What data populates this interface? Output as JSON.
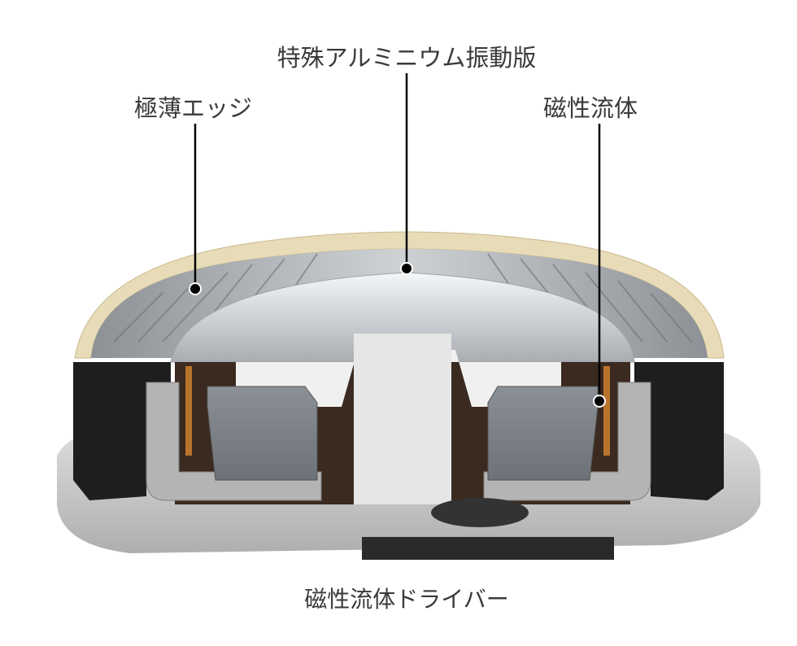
{
  "callouts": {
    "diaphragm": "特殊アルミニウム振動版",
    "edge": "極薄エッジ",
    "magnetic_fluid": "磁性流体"
  },
  "caption": "磁性流体ドライバー",
  "colors": {
    "label_text": "#3a3a3a",
    "rim_gold": "#e8dcb8",
    "housing_dark": "#1e1e1e",
    "magnet_grey": "#7d8388",
    "frame_silver": "#b4b4b4"
  }
}
